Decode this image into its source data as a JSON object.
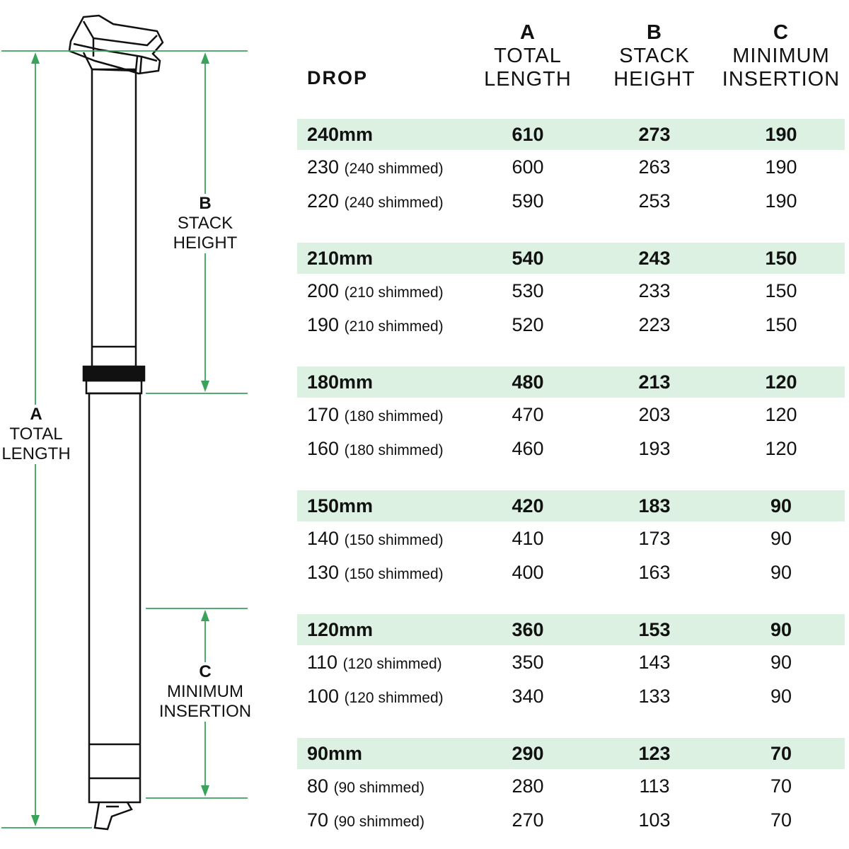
{
  "diagram": {
    "labels": {
      "a": {
        "letter": "A",
        "line1": "TOTAL",
        "line2": "LENGTH"
      },
      "b": {
        "letter": "B",
        "line1": "STACK",
        "line2": "HEIGHT"
      },
      "c": {
        "letter": "C",
        "line1": "MINIMUM",
        "line2": "INSERTION"
      }
    },
    "colors": {
      "dimension": "#3aa35a",
      "post_outline": "#111111"
    }
  },
  "table": {
    "headers": {
      "drop": "DROP",
      "a": {
        "letter": "A",
        "line1": "TOTAL",
        "line2": "LENGTH"
      },
      "b": {
        "letter": "B",
        "line1": "STACK",
        "line2": "HEIGHT"
      },
      "c": {
        "letter": "C",
        "line1": "MINIMUM",
        "line2": "INSERTION"
      }
    },
    "highlight_color": "#dcf1e2",
    "groups": [
      {
        "main": {
          "drop": "240mm",
          "a": "610",
          "b": "273",
          "c": "190"
        },
        "subs": [
          {
            "drop": "230",
            "note": "(240 shimmed)",
            "a": "600",
            "b": "263",
            "c": "190"
          },
          {
            "drop": "220",
            "note": "(240 shimmed)",
            "a": "590",
            "b": "253",
            "c": "190"
          }
        ]
      },
      {
        "main": {
          "drop": "210mm",
          "a": "540",
          "b": "243",
          "c": "150"
        },
        "subs": [
          {
            "drop": "200",
            "note": "(210 shimmed)",
            "a": "530",
            "b": "233",
            "c": "150"
          },
          {
            "drop": "190",
            "note": "(210 shimmed)",
            "a": "520",
            "b": "223",
            "c": "150"
          }
        ]
      },
      {
        "main": {
          "drop": "180mm",
          "a": "480",
          "b": "213",
          "c": "120"
        },
        "subs": [
          {
            "drop": "170",
            "note": "(180 shimmed)",
            "a": "470",
            "b": "203",
            "c": "120"
          },
          {
            "drop": "160",
            "note": "(180 shimmed)",
            "a": "460",
            "b": "193",
            "c": "120"
          }
        ]
      },
      {
        "main": {
          "drop": "150mm",
          "a": "420",
          "b": "183",
          "c": "90"
        },
        "subs": [
          {
            "drop": "140",
            "note": "(150 shimmed)",
            "a": "410",
            "b": "173",
            "c": "90"
          },
          {
            "drop": "130",
            "note": "(150 shimmed)",
            "a": "400",
            "b": "163",
            "c": "90"
          }
        ]
      },
      {
        "main": {
          "drop": "120mm",
          "a": "360",
          "b": "153",
          "c": "90"
        },
        "subs": [
          {
            "drop": "110",
            "note": "(120 shimmed)",
            "a": "350",
            "b": "143",
            "c": "90"
          },
          {
            "drop": "100",
            "note": "(120 shimmed)",
            "a": "340",
            "b": "133",
            "c": "90"
          }
        ]
      },
      {
        "main": {
          "drop": "90mm",
          "a": "290",
          "b": "123",
          "c": "70"
        },
        "subs": [
          {
            "drop": "80",
            "note": "(90 shimmed)",
            "a": "280",
            "b": "113",
            "c": "70"
          },
          {
            "drop": "70",
            "note": "(90 shimmed)",
            "a": "270",
            "b": "103",
            "c": "70"
          }
        ]
      }
    ]
  }
}
